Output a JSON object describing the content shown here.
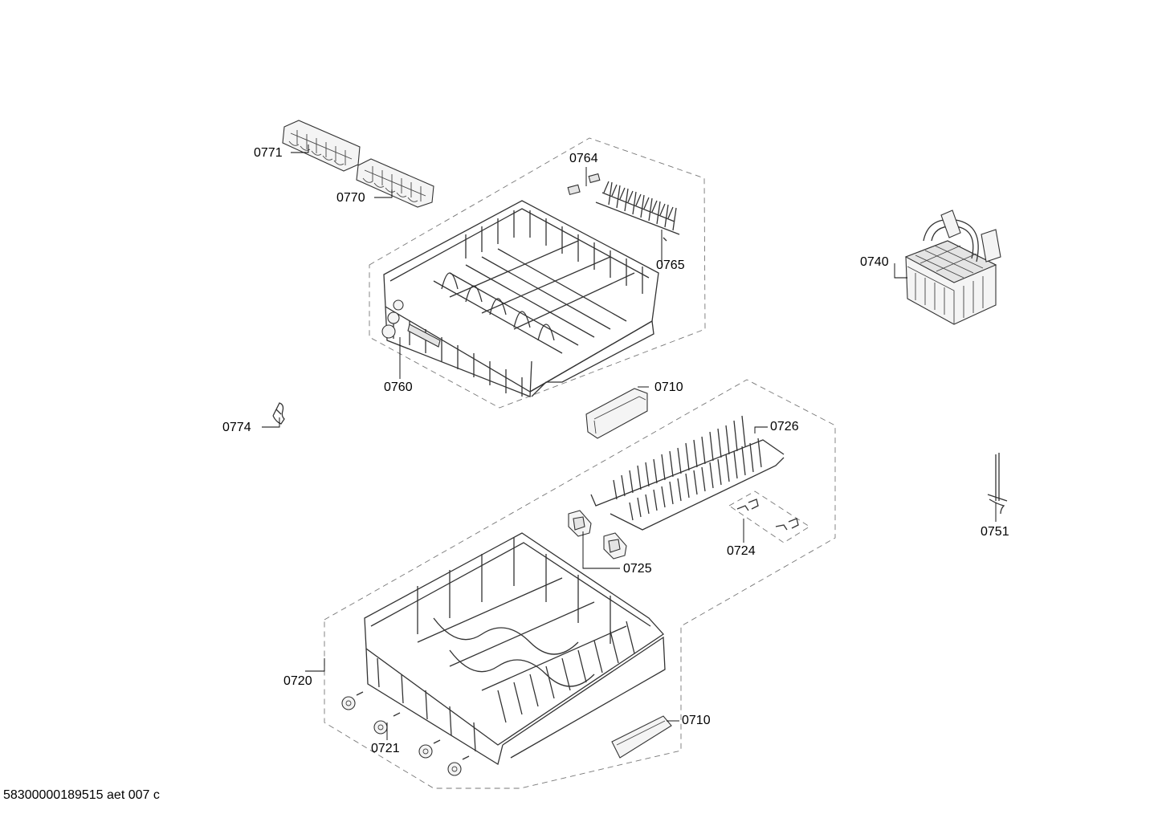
{
  "parts": [
    {
      "key": "p0771",
      "number": "0771",
      "name": "small-items-rack-left"
    },
    {
      "key": "p0770",
      "number": "0770",
      "name": "small-items-rack-right"
    },
    {
      "key": "p0764",
      "number": "0764",
      "name": "rack-clip-upper"
    },
    {
      "key": "p0765",
      "number": "0765",
      "name": "fold-down-tines-upper"
    },
    {
      "key": "p0760",
      "number": "0760",
      "name": "upper-basket"
    },
    {
      "key": "p0740",
      "number": "0740",
      "name": "cutlery-basket"
    },
    {
      "key": "p0710a",
      "number": "0710",
      "name": "basket-handle-upper"
    },
    {
      "key": "p0774",
      "number": "0774",
      "name": "rack-latch-clip"
    },
    {
      "key": "p0726",
      "number": "0726",
      "name": "fold-down-tines-lower"
    },
    {
      "key": "p0725",
      "number": "0725",
      "name": "tine-holders"
    },
    {
      "key": "p0724",
      "number": "0724",
      "name": "tine-clip-set"
    },
    {
      "key": "p0751",
      "number": "0751",
      "name": "tine-row-spike"
    },
    {
      "key": "p0720",
      "number": "0720",
      "name": "lower-basket"
    },
    {
      "key": "p0710b",
      "number": "0710",
      "name": "basket-handle-lower"
    },
    {
      "key": "p0721",
      "number": "0721",
      "name": "basket-wheels"
    }
  ],
  "footer_text": "58300000189515 aet 007 c"
}
